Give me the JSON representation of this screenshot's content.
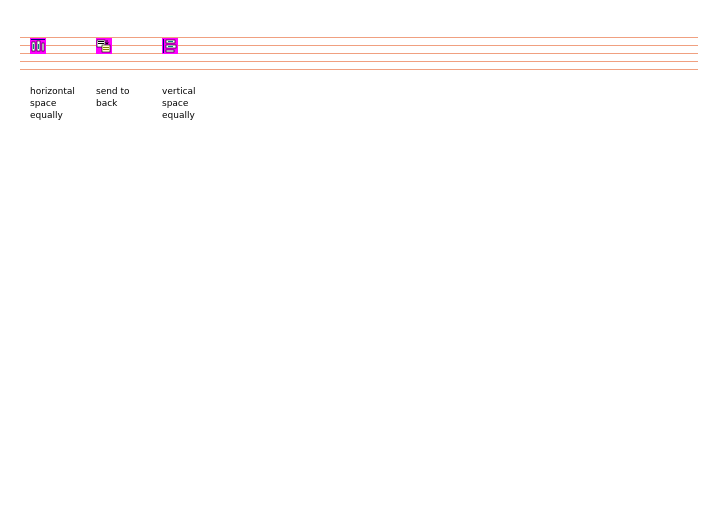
{
  "colors": {
    "guide_line": "#f0a080",
    "icon_background": "#ff00ff"
  },
  "toolbar": {
    "items": [
      {
        "icon": "horizontal-space-equally-icon",
        "caption_lines": [
          "horizontal",
          "space",
          "equally"
        ]
      },
      {
        "icon": "send-to-back-icon",
        "caption_lines": [
          "send to",
          "back"
        ]
      },
      {
        "icon": "vertical-space-equally-icon",
        "caption_lines": [
          "vertical",
          "space",
          "equally"
        ]
      }
    ]
  }
}
